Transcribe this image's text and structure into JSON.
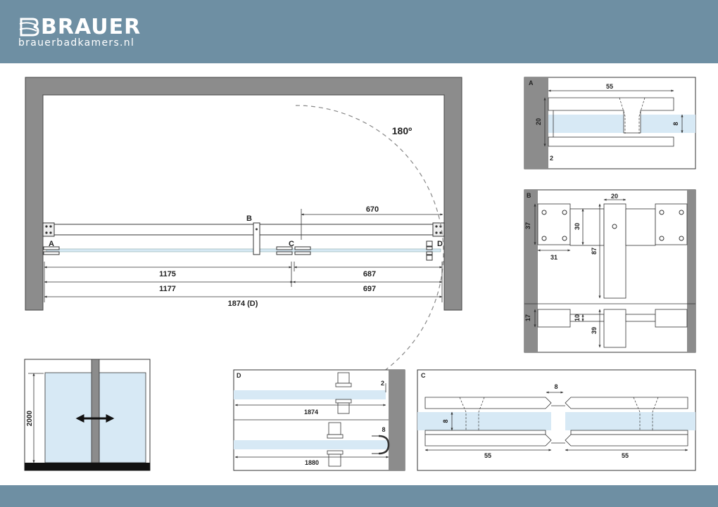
{
  "header": {
    "brand": "BRAUER",
    "website": "brauerbadkamers.nl"
  },
  "colors": {
    "banner": "#6e8fa3",
    "wall": "#8c8c8c",
    "glass": "#d7e9f5",
    "line": "#333333"
  },
  "plan": {
    "angle_label": "180º",
    "labels": {
      "a": "A",
      "b": "B",
      "c": "C",
      "d": "D"
    },
    "dims": {
      "d670": "670",
      "d1175": "1175",
      "d687": "687",
      "d1177": "1177",
      "d697": "697",
      "total": "1874 (D)"
    }
  },
  "elevation": {
    "height": "2000"
  },
  "detail_a": {
    "label": "A",
    "dims": {
      "width": "55",
      "height": "20",
      "glass": "8",
      "gap": "2"
    }
  },
  "detail_b": {
    "label": "B",
    "dims": {
      "w20": "20",
      "h37": "37",
      "h30": "30",
      "w31": "31",
      "h87": "87",
      "h17": "17",
      "h10": "10",
      "h39": "39"
    }
  },
  "detail_d": {
    "label": "D",
    "dims": {
      "gap": "2",
      "width_top": "1874",
      "seal": "8",
      "width_bottom": "1880"
    }
  },
  "detail_c": {
    "label": "C",
    "dims": {
      "gap": "8",
      "glass": "8",
      "left": "55",
      "right": "55"
    }
  }
}
